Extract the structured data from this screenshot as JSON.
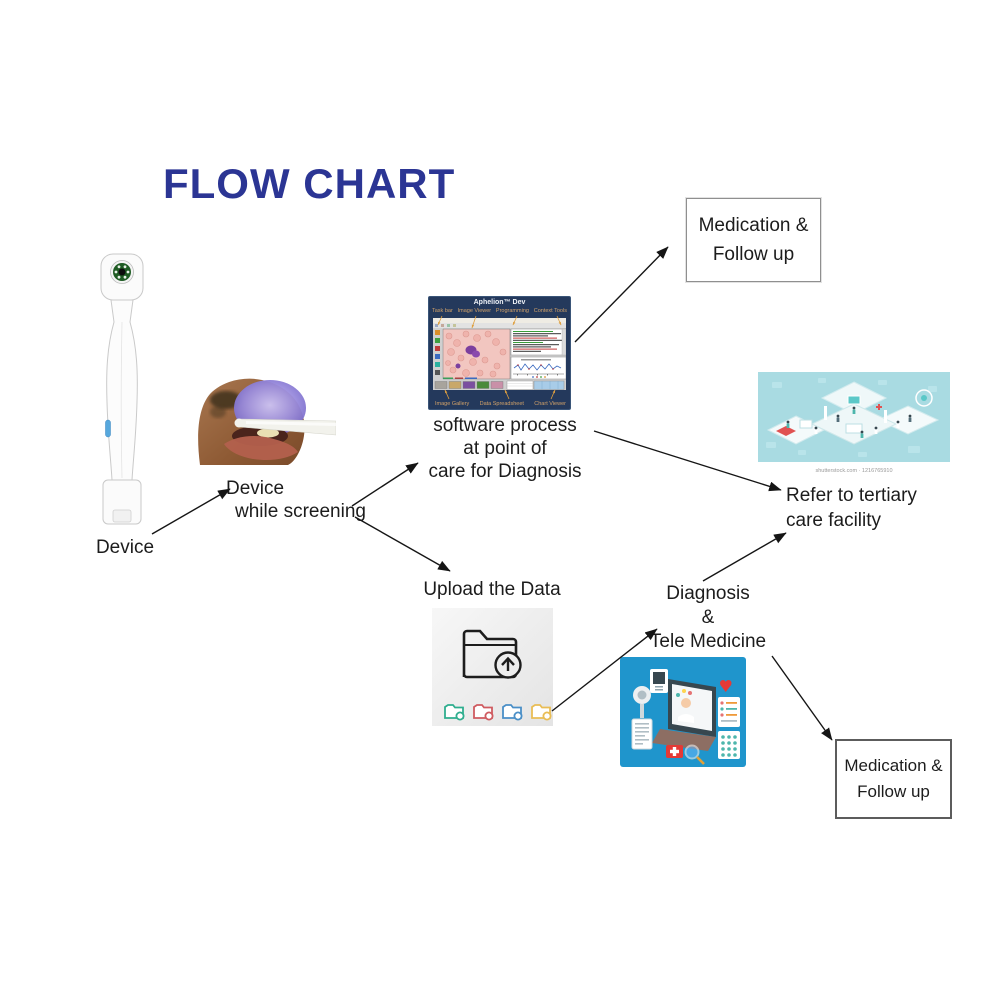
{
  "title": {
    "text": "FLOW CHART",
    "color": "#2b3594"
  },
  "labels": {
    "device": "Device",
    "screening_line1": "Device",
    "screening_line2": "while screening",
    "software_line1": "software process",
    "software_line2": "at point of",
    "software_line3": "care for Diagnosis",
    "upload": "Upload the Data",
    "diagnosis_line1": "Diagnosis",
    "diagnosis_line2": "&",
    "diagnosis_line3": "Tele Medicine",
    "refer_line1": "Refer to tertiary",
    "refer_line2": "care facility",
    "medication_top_line1": "Medication &",
    "medication_top_line2": "Follow up",
    "medication_bottom_line1": "Medication &",
    "medication_bottom_line2": "Follow up"
  },
  "software_window": {
    "title": "Aphelion™ Dev",
    "top_labels": [
      "Task bar",
      "Image Viewer",
      "Programming",
      "Context Tools"
    ],
    "bottom_labels": [
      "Image Gallery",
      "Data Spreadsheet",
      "Chart Viewer"
    ],
    "frame_color": "#24395c",
    "callout_color": "#dfa040"
  },
  "stock_image": {
    "watermark": "shutterstock.com · 1216765910",
    "bg_color": "#a9dbe2"
  },
  "telemedicine_image": {
    "bg_color": "#1f95cc"
  },
  "upload_image": {
    "bg_color": "#eeeeee",
    "folder_colors": [
      "#2fae8f",
      "#cf5b60",
      "#4a8fc7",
      "#e9bd55"
    ]
  },
  "edges": [
    {
      "from": "device",
      "to": "device-while-screening"
    },
    {
      "from": "device-while-screening",
      "to": "software-process"
    },
    {
      "from": "device-while-screening",
      "to": "upload-the-data"
    },
    {
      "from": "software-screenshot",
      "to": "medication-follow-up-top"
    },
    {
      "from": "software-process",
      "to": "refer-tertiary-care"
    },
    {
      "from": "upload-data-image",
      "to": "diagnosis-telemedicine"
    },
    {
      "from": "diagnosis-telemedicine",
      "to": "refer-tertiary-care"
    },
    {
      "from": "diagnosis-telemedicine",
      "to": "medication-follow-up-bottom"
    }
  ]
}
